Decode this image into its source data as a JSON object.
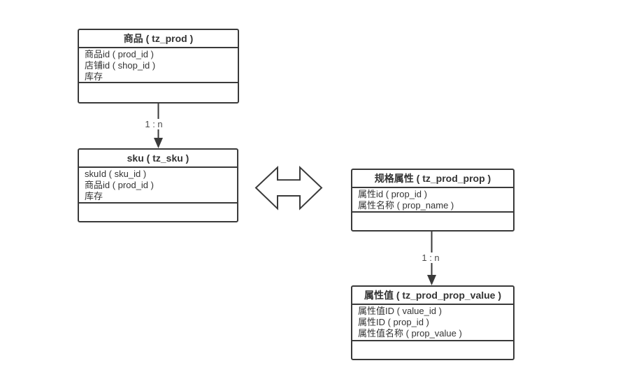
{
  "diagram": {
    "title": "product-sku-prop-er-diagram",
    "colors": {
      "border": "#3a3a3a",
      "text": "#333333",
      "label": "#4a4a4a",
      "background": "#ffffff"
    },
    "tables": [
      {
        "title": "商品 ( tz_prod )",
        "rows": [
          "商品id ( prod_id )",
          "店铺id ( shop_id )",
          "库存"
        ]
      },
      {
        "title": "sku ( tz_sku )",
        "rows": [
          "skuId ( sku_id )",
          "商品id ( prod_id )",
          "库存"
        ]
      },
      {
        "title": "规格属性 ( tz_prod_prop )",
        "rows": [
          "属性id ( prop_id )",
          "属性名称 ( prop_name )"
        ]
      },
      {
        "title": "属性值 ( tz_prod_prop_value )",
        "rows": [
          "属性值ID ( value_id )",
          "属性ID ( prop_id )",
          "属性值名称 ( prop_value )"
        ]
      }
    ],
    "relations": [
      {
        "label": "1 : n"
      },
      {
        "label": "1 : n"
      }
    ]
  }
}
